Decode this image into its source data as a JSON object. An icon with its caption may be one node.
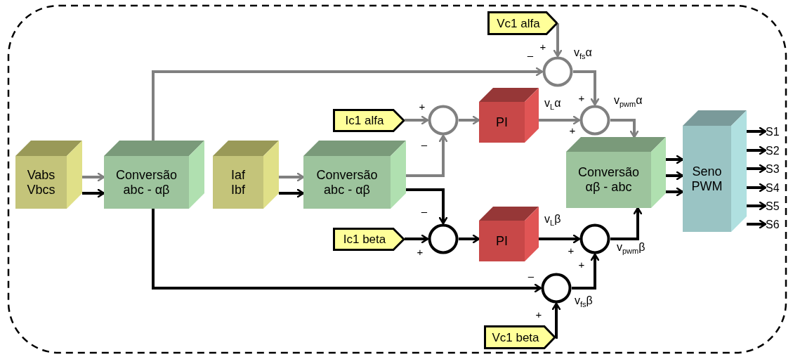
{
  "diagram": {
    "nodes": [
      {
        "text": [
          "Vabs",
          "Vbcs"
        ]
      },
      {
        "text": [
          "Conversão abc - αβ"
        ]
      },
      {
        "text": [
          "Iaf",
          "Ibf"
        ]
      },
      {
        "text": [
          "Conversão abc - αβ"
        ]
      },
      {
        "text": [
          "Ic1 alfa"
        ]
      },
      {
        "text": [],
        "shape": "circle"
      },
      {
        "text": [
          "PI"
        ]
      },
      {
        "text": [
          "Vc1 alfa"
        ]
      },
      {
        "text": [],
        "shape": "circle",
        "beside": [
          "v$_{fs}$α"
        ]
      },
      {
        "text": [],
        "shape": "circle",
        "beside": [
          "v$_{pwm}$α"
        ]
      },
      {
        "text": [
          "Conversão αβ - abc"
        ]
      },
      {
        "text": [
          "Seno PWM"
        ]
      },
      {
        "text": [
          "Ic1 beta"
        ]
      },
      {
        "text": [],
        "shape": "circle"
      },
      {
        "text": [
          "PI"
        ]
      },
      {
        "text": [],
        "shape": "circle",
        "beside": [
          "v$_{pwm}$β"
        ]
      },
      {
        "text": [],
        "shape": "circle",
        "beside": [
          "v$_{fs}$β"
        ]
      },
      {
        "text": [
          "Vc1 beta"
        ]
      },
      {
        "text": [
          "S1"
        ]
      },
      {
        "text": [
          "S2"
        ]
      },
      {
        "text": [
          "S3"
        ]
      },
      {
        "text": [
          "S4"
        ]
      },
      {
        "text": [
          "S5"
        ]
      },
      {
        "text": [
          "S6"
        ]
      }
    ],
    "edges": [
      {
        "from": 0,
        "to": 1,
        "arrow": "to",
        "color": "#808080"
      },
      {
        "from": 0,
        "to": 1,
        "arrow": "to"
      },
      {
        "from": 2,
        "to": 3,
        "arrow": "to",
        "color": "#808080"
      },
      {
        "from": 2,
        "to": 3,
        "arrow": "to"
      },
      {
        "from": 1,
        "to": 8,
        "arrow": "to",
        "color": "#808080"
      },
      {
        "from": 1,
        "to": 16,
        "arrow": "to"
      },
      {
        "from": 3,
        "to": 5,
        "arrow": "to",
        "color": "#808080"
      },
      {
        "from": 3,
        "to": 13,
        "arrow": "to"
      },
      {
        "from": 4,
        "to": 5,
        "arrow": "to",
        "color": "#808080"
      },
      {
        "from": 5,
        "to": 6,
        "arrow": "to",
        "color": "#808080"
      },
      {
        "from": 7,
        "to": 8,
        "arrow": "to",
        "color": "#808080"
      },
      {
        "from": 8,
        "to": 9,
        "arrow": "to",
        "color": "#808080"
      },
      {
        "from": 6,
        "to": 9,
        "arrow": "to",
        "label": "v$_{L}$α",
        "color": "#808080"
      },
      {
        "from": 9,
        "to": 10,
        "arrow": "to",
        "color": "#808080"
      },
      {
        "from": 12,
        "to": 13,
        "arrow": "to"
      },
      {
        "from": 13,
        "to": 14,
        "arrow": "to"
      },
      {
        "from": 14,
        "to": 15,
        "arrow": "to",
        "label": "v$_{L}$β"
      },
      {
        "from": 15,
        "to": 10,
        "arrow": "to"
      },
      {
        "from": 16,
        "to": 15,
        "arrow": "to"
      },
      {
        "from": 17,
        "to": 16,
        "arrow": "to"
      },
      {
        "from": 10,
        "to": 11,
        "arrow": "to"
      },
      {
        "from": 10,
        "to": 11,
        "arrow": "to"
      },
      {
        "from": 10,
        "to": 11,
        "arrow": "to"
      },
      {
        "from": 11,
        "to": 18,
        "arrow": "to"
      },
      {
        "from": 11,
        "to": 19,
        "arrow": "to"
      },
      {
        "from": 11,
        "to": 20,
        "arrow": "to"
      },
      {
        "from": 11,
        "to": 21,
        "arrow": "to"
      },
      {
        "from": 11,
        "to": 22,
        "arrow": "to"
      },
      {
        "from": 11,
        "to": 23,
        "arrow": "to"
      }
    ],
    "labels": [
      "+",
      "–",
      "+",
      "+",
      "+",
      "–",
      "–",
      "+",
      "+",
      "+",
      "–",
      "+"
    ]
  }
}
